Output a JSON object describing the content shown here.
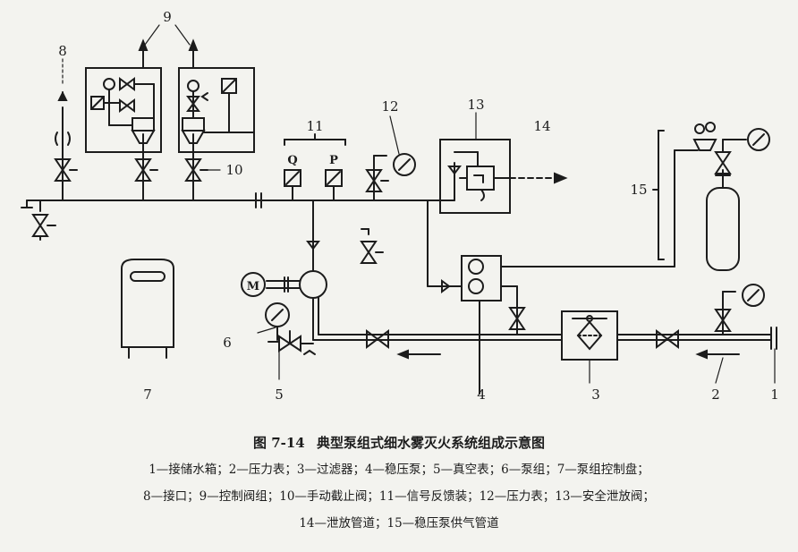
{
  "callouts": {
    "n1": "1",
    "n2": "2",
    "n3": "3",
    "n4": "4",
    "n5": "5",
    "n6": "6",
    "n7": "7",
    "n8": "8",
    "n9": "9",
    "n10": "10",
    "n11": "11",
    "n12": "12",
    "n13": "13",
    "n14": "14",
    "n15": "15"
  },
  "signal_labels": {
    "q": "Q",
    "p": "P"
  },
  "motor_label": "M",
  "caption": {
    "figure_no": "图 7-14",
    "title": "典型泵组式细水雾灭火系统组成示意图"
  },
  "legend": {
    "line1": "1—接储水箱；2—压力表；3—过滤器；4—稳压泵；5—真空表；6—泵组；7—泵组控制盘；",
    "line2": "8—接口；9—控制阀组；10—手动截止阀；11—信号反馈装；12—压力表；13—安全泄放阀；",
    "line3": "14—泄放管道；15—稳压泵供气管道"
  }
}
